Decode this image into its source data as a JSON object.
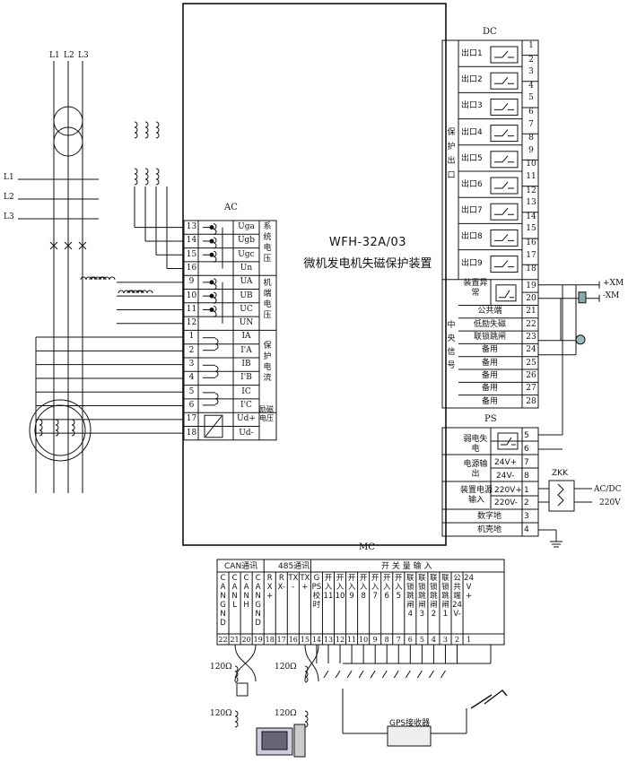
{
  "device": {
    "model": "WFH-32A/03",
    "name": "微机发电机失磁保护装置"
  },
  "sections": {
    "dc": "DC",
    "ac": "AC",
    "ps": "PS",
    "mc": "MC"
  },
  "lines": {
    "top": [
      "L1",
      "L2",
      "L3"
    ],
    "side": [
      "L1",
      "L2",
      "L3"
    ]
  },
  "ac": {
    "terminals": [
      {
        "num": "13",
        "label": "Uga"
      },
      {
        "num": "14",
        "label": "Ugb"
      },
      {
        "num": "15",
        "label": "Ugc"
      },
      {
        "num": "16",
        "label": "Un"
      },
      {
        "num": "9",
        "label": "UA"
      },
      {
        "num": "10",
        "label": "UB"
      },
      {
        "num": "11",
        "label": "UC"
      },
      {
        "num": "12",
        "label": "UN"
      },
      {
        "num": "1",
        "label": "IA"
      },
      {
        "num": "2",
        "label": "I'A"
      },
      {
        "num": "3",
        "label": "IB"
      },
      {
        "num": "4",
        "label": "I'B"
      },
      {
        "num": "5",
        "label": "IC"
      },
      {
        "num": "6",
        "label": "I'C"
      },
      {
        "num": "17",
        "label": "Ud+"
      },
      {
        "num": "18",
        "label": "Ud-"
      }
    ],
    "groups": [
      "系统电压",
      "机端电压",
      "保护电流",
      "励磁电压"
    ]
  },
  "dc": {
    "group_label": "保护出口",
    "outputs": [
      {
        "label": "出口1",
        "t1": "1",
        "t2": "2"
      },
      {
        "label": "出口2",
        "t1": "3",
        "t2": "4"
      },
      {
        "label": "出口3",
        "t1": "5",
        "t2": "6"
      },
      {
        "label": "出口4",
        "t1": "7",
        "t2": "8"
      },
      {
        "label": "出口5",
        "t1": "9",
        "t2": "10"
      },
      {
        "label": "出口6",
        "t1": "11",
        "t2": "12"
      },
      {
        "label": "出口7",
        "t1": "13",
        "t2": "14"
      },
      {
        "label": "出口8",
        "t1": "15",
        "t2": "16"
      },
      {
        "label": "出口9",
        "t1": "17",
        "t2": "18"
      }
    ],
    "central_label": "中央信号",
    "alarm_label": "装置异常",
    "signals": [
      {
        "num": "19",
        "label": ""
      },
      {
        "num": "20",
        "label": ""
      },
      {
        "num": "21",
        "label": "公共端"
      },
      {
        "num": "22",
        "label": "低励失磁"
      },
      {
        "num": "23",
        "label": "联锁跳闸"
      },
      {
        "num": "24",
        "label": "备用"
      },
      {
        "num": "25",
        "label": "备用"
      },
      {
        "num": "26",
        "label": "备用"
      },
      {
        "num": "27",
        "label": "备用"
      },
      {
        "num": "28",
        "label": "备用"
      }
    ],
    "xm_plus": "+XM",
    "xm_minus": "-XM"
  },
  "ps": {
    "weak_label": "弱电失电",
    "weak_terms": [
      "5",
      "6"
    ],
    "output_label": "电源输出",
    "output_rows": [
      {
        "v": "24V+",
        "num": "7"
      },
      {
        "v": "24V-",
        "num": "8"
      }
    ],
    "input_label": "装置电源输入",
    "input_rows": [
      {
        "v": "220V+",
        "num": "1"
      },
      {
        "v": "220V-",
        "num": "2"
      }
    ],
    "digital_ground": "数字地",
    "digital_ground_num": "3",
    "chassis_ground": "机壳地",
    "chassis_ground_num": "4",
    "zkk": "ZKK",
    "acdc": "AC/DC",
    "v220": "220V"
  },
  "mc": {
    "can_header": "CAN通讯",
    "rs485_header": "485通讯",
    "switch_header": "开 关 量 输 入",
    "columns": [
      {
        "num": "22",
        "label": "CANGND"
      },
      {
        "num": "21",
        "label": "CANL"
      },
      {
        "num": "20",
        "label": "CANH"
      },
      {
        "num": "19",
        "label": "CANGND"
      },
      {
        "num": "18",
        "label": "RX+"
      },
      {
        "num": "17",
        "label": "RX-"
      },
      {
        "num": "16",
        "label": "TX-"
      },
      {
        "num": "15",
        "label": "TX+"
      },
      {
        "num": "14",
        "label": "GPS校时"
      },
      {
        "num": "13",
        "label": "开入11"
      },
      {
        "num": "12",
        "label": "开入10"
      },
      {
        "num": "11",
        "label": "开入9"
      },
      {
        "num": "10",
        "label": "开入8"
      },
      {
        "num": "9",
        "label": "开入7"
      },
      {
        "num": "8",
        "label": "开入6"
      },
      {
        "num": "7",
        "label": "开入5"
      },
      {
        "num": "6",
        "label": "联锁跳闸4"
      },
      {
        "num": "5",
        "label": "联锁跳闸3"
      },
      {
        "num": "4",
        "label": "联锁跳闸2"
      },
      {
        "num": "3",
        "label": "联锁跳闸1"
      },
      {
        "num": "2",
        "label": "公共端24V-"
      },
      {
        "num": "1",
        "label": "24V+"
      }
    ],
    "resistors": [
      "120Ω",
      "120Ω",
      "120Ω",
      "120Ω"
    ],
    "gps_receiver": "GPS接收器"
  }
}
